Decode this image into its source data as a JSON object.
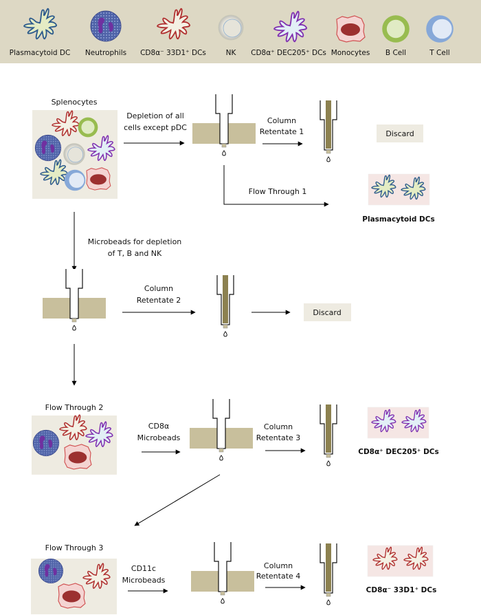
{
  "legend": {
    "items": [
      {
        "key": "pdc",
        "label": "Plasmacytoid DC"
      },
      {
        "key": "neutrophil",
        "label": "Neutrophils"
      },
      {
        "key": "cd8neg",
        "label": "CD8α⁻ 33D1⁺ DCs"
      },
      {
        "key": "nk",
        "label": "NK"
      },
      {
        "key": "cd8pos",
        "label": "CD8α⁺ DEC205⁺ DCs"
      },
      {
        "key": "monocyte",
        "label": "Monocytes"
      },
      {
        "key": "bcell",
        "label": "B Cell"
      },
      {
        "key": "tcell",
        "label": "T Cell"
      }
    ]
  },
  "steps": {
    "splenocytes_title": "Splenocytes",
    "step1_label_line1": "Depletion of all",
    "step1_label_line2": "cells except pDC",
    "retentate1_line1": "Column",
    "retentate1_line2": "Retentate 1",
    "discard1": "Discard",
    "flowthrough1": "Flow Through 1",
    "result1": "Plasmacytoid DCs",
    "step2_label_line1": "Microbeads for depletion",
    "step2_label_line2": "of T, B and NK",
    "retentate2_line1": "Column",
    "retentate2_line2": "Retentate 2",
    "discard2": "Discard",
    "flowthrough2_title": "Flow Through 2",
    "step3_label_line1": "CD8α",
    "step3_label_line2": "Microbeads",
    "retentate3_line1": "Column",
    "retentate3_line2": "Retentate 3",
    "result3": "CD8α⁺ DEC205⁺ DCs",
    "flowthrough3_title": "Flow Through 3",
    "step4_label_line1": "CD11c",
    "step4_label_line2": "Microbeads",
    "retentate4_line1": "Column",
    "retentate4_line2": "Retentate 4",
    "result4": "CD8α⁻ 33D1⁺ DCs"
  },
  "colors": {
    "legend_bg": "#ddd8c4",
    "panel_bg": "#eeebe1",
    "result_bg": "#f5e6e4",
    "magnet": "#c8bf9c",
    "column_packed": "#8c8150",
    "pdc_stroke": "#2d5a8c",
    "pdc_fill": "#e4ecc4",
    "cd8neg_stroke": "#b03030",
    "cd8neg_fill": "#f4f1e4",
    "cd8pos_stroke": "#8030b0",
    "cd8pos_fill": "#e2f0f6",
    "monocyte_stroke": "#d05050",
    "monocyte_fill": "#f4d4d2",
    "monocyte_nucleus": "#9c3030",
    "neutrophil": "#5a6cb0",
    "neutrophil_nucleus": "#7030a0",
    "bcell_ring": "#98bc50",
    "bcell_inner": "#e0ebc4",
    "tcell_ring": "#86a8d8",
    "tcell_inner": "#e2eaf6",
    "nk_ring": "#c8c8c4",
    "nk_inner": "#e4e2d8"
  }
}
